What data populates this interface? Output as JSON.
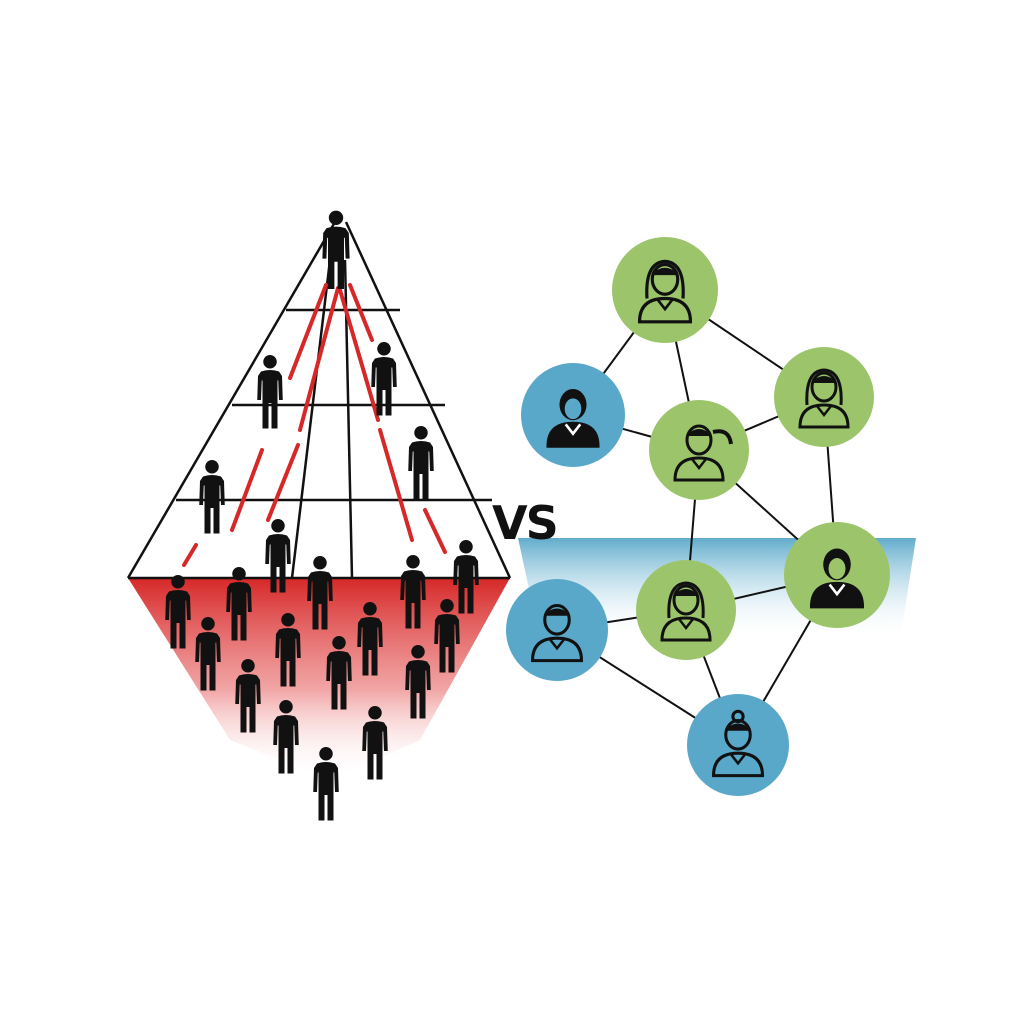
{
  "comparison": {
    "vs_text": "VS"
  },
  "hierarchy": {
    "description_type": "pyramid",
    "colors": {
      "lines": "#111111",
      "base_fill": "#d62828",
      "arrows": "#d62828",
      "figures": "#111111"
    }
  },
  "network": {
    "colors": {
      "green": "#9cc56b",
      "blue": "#5aa8c9",
      "edges": "#111111",
      "band": "#5aa8c9"
    },
    "nodes": [
      {
        "id": "n1",
        "color": "green",
        "icon": "woman-long-hair-suit-icon"
      },
      {
        "id": "n2",
        "color": "blue",
        "icon": "woman-suit-icon"
      },
      {
        "id": "n3",
        "color": "green",
        "icon": "woman-ponytail-icon"
      },
      {
        "id": "n4",
        "color": "green",
        "icon": "woman-long-hair-icon"
      },
      {
        "id": "n5",
        "color": "green",
        "icon": "man-short-hair-icon"
      },
      {
        "id": "n6",
        "color": "blue",
        "icon": "woman-bob-hair-icon"
      },
      {
        "id": "n7",
        "color": "green",
        "icon": "woman-long-hair-suit-icon"
      },
      {
        "id": "n8",
        "color": "blue",
        "icon": "woman-bun-hair-icon"
      }
    ],
    "edges": [
      [
        "n1",
        "n3"
      ],
      [
        "n1",
        "n4"
      ],
      [
        "n1",
        "n2"
      ],
      [
        "n2",
        "n3"
      ],
      [
        "n3",
        "n4"
      ],
      [
        "n3",
        "n7"
      ],
      [
        "n3",
        "n5"
      ],
      [
        "n4",
        "n5"
      ],
      [
        "n6",
        "n7"
      ],
      [
        "n7",
        "n5"
      ],
      [
        "n7",
        "n8"
      ],
      [
        "n5",
        "n8"
      ],
      [
        "n6",
        "n8"
      ]
    ]
  }
}
